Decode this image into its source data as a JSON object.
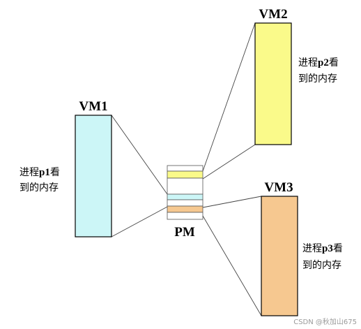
{
  "vm1": {
    "label": "VM1",
    "caption_pre": "进程",
    "caption_bold": "p1",
    "caption_post": "看",
    "caption_line2": "到的内存",
    "color": "#ccf6f7"
  },
  "vm2": {
    "label": "VM2",
    "caption_pre": "进程",
    "caption_bold": "p2",
    "caption_post": "看",
    "caption_line2": "到的内存",
    "color": "#fafa8a"
  },
  "vm3": {
    "label": "VM3",
    "caption_pre": "进程",
    "caption_bold": "p3",
    "caption_post": "看",
    "caption_line2": "到的内存",
    "color": "#f6c890"
  },
  "pm": {
    "label": "PM",
    "slot_colors": [
      "#ffffff",
      "#fafa8a",
      "#ffffff",
      "#ccf6f7",
      "#ffffff",
      "#f6c890",
      "#ffffff"
    ]
  },
  "watermark": "CSDN @秋加山675"
}
